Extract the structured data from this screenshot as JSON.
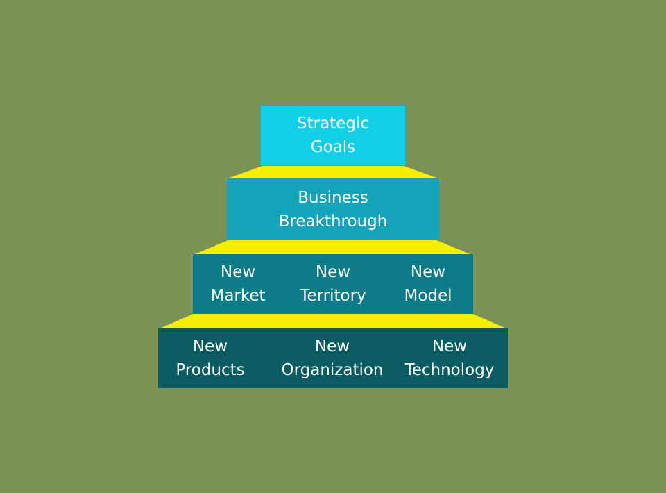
{
  "diagram": {
    "tiers": [
      {
        "label": "Strategic\nGoals"
      },
      {
        "label": "Business\nBreakthrough"
      },
      {
        "items": [
          "New\nMarket",
          "New\nTerritory",
          "New\nModel"
        ]
      },
      {
        "items": [
          "New\nProducts",
          "New\nOrganization",
          "New\nTechnology"
        ]
      }
    ]
  },
  "colors": {
    "background": "#7b9257",
    "tier_1": "#13cfe6",
    "tier_2": "#14a3b8",
    "tier_3": "#0a7b87",
    "tier_4": "#0a5c62",
    "ledge": "#f4f000",
    "text": "#ffffff"
  }
}
